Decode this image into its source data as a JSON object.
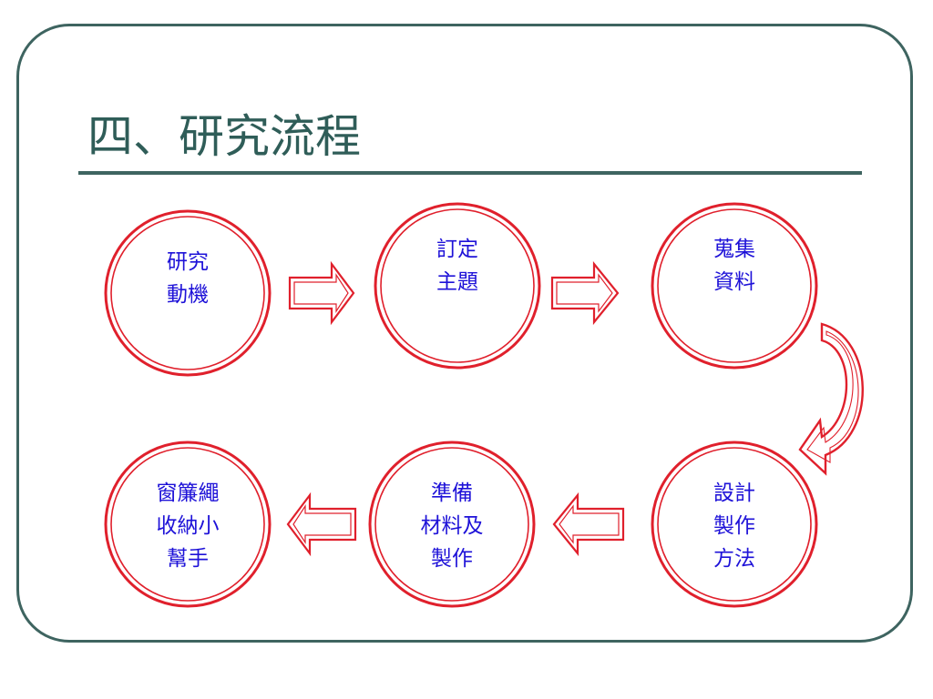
{
  "slide": {
    "title": "四、研究流程"
  },
  "colors": {
    "frame": "#3e6460",
    "title": "#2f5d58",
    "circle": "#e0202c",
    "arrow": "#e0202c",
    "label": "#1e12d8"
  },
  "flow": {
    "steps": [
      {
        "id": "research-motivation",
        "lines": [
          "研究",
          "動機"
        ]
      },
      {
        "id": "set-topic",
        "lines": [
          "訂定",
          "主題"
        ]
      },
      {
        "id": "collect-data",
        "lines": [
          "蒐集",
          "資料"
        ]
      },
      {
        "id": "design-method",
        "lines": [
          "設計",
          "製作",
          "方法"
        ]
      },
      {
        "id": "prepare-materials",
        "lines": [
          "準備",
          "材料及",
          "製作"
        ]
      },
      {
        "id": "curtain-cord-helper",
        "lines": [
          "窗簾繩",
          "收納小",
          "幫手"
        ]
      }
    ]
  }
}
